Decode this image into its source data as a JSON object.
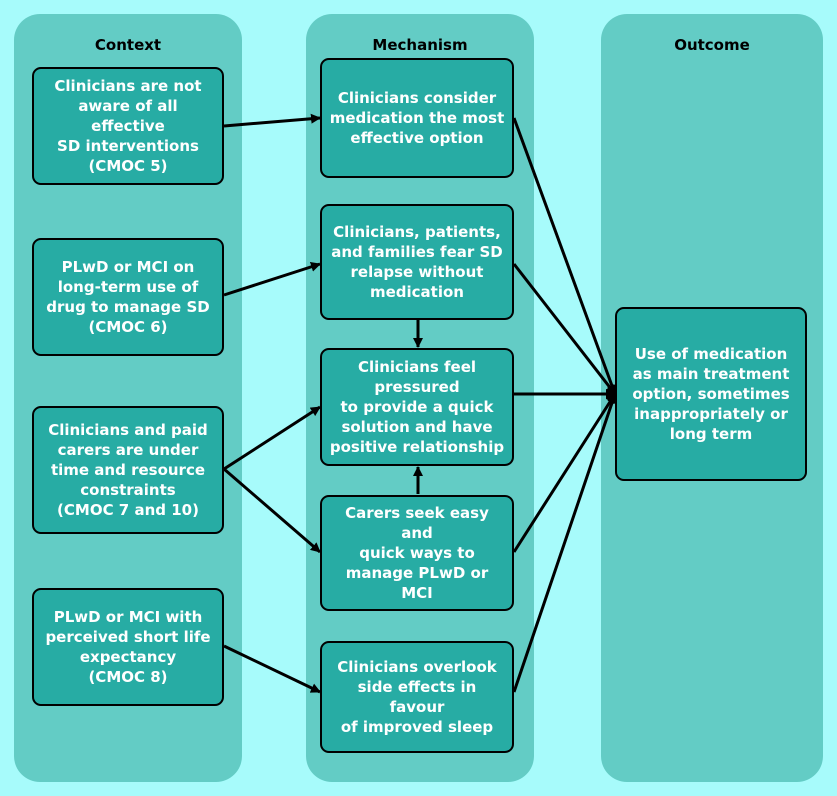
{
  "columns": {
    "context": "Context",
    "mechanism": "Mechanism",
    "outcome": "Outcome"
  },
  "context": [
    "Clinicians are not\naware of all effective\nSD interventions\n(CMOC 5)",
    "PLwD or MCI on\nlong-term use of\ndrug to manage SD\n(CMOC 6)",
    "Clinicians and paid\ncarers are under\ntime and resource\nconstraints\n(CMOC 7 and 10)",
    "PLwD or MCI with\nperceived short life\nexpectancy\n(CMOC 8)"
  ],
  "mechanism": [
    "Clinicians consider\nmedication the most\neffective option",
    "Clinicians, patients,\nand families fear SD\nrelapse without\nmedication",
    "Clinicians feel pressured\nto provide a quick\nsolution and have\npositive relationship",
    "Carers seek easy and\nquick ways to\nmanage PLwD or\nMCI",
    "Clinicians overlook\nside effects in favour\nof improved sleep"
  ],
  "outcome": "Use of medication\nas main treatment\noption, sometimes\ninappropriately or\nlong term",
  "colors": {
    "background": "#A7FBFB",
    "column": "#63CCC5",
    "box": "#27ACA4",
    "text": "#FFFFFF",
    "line": "#000000"
  }
}
